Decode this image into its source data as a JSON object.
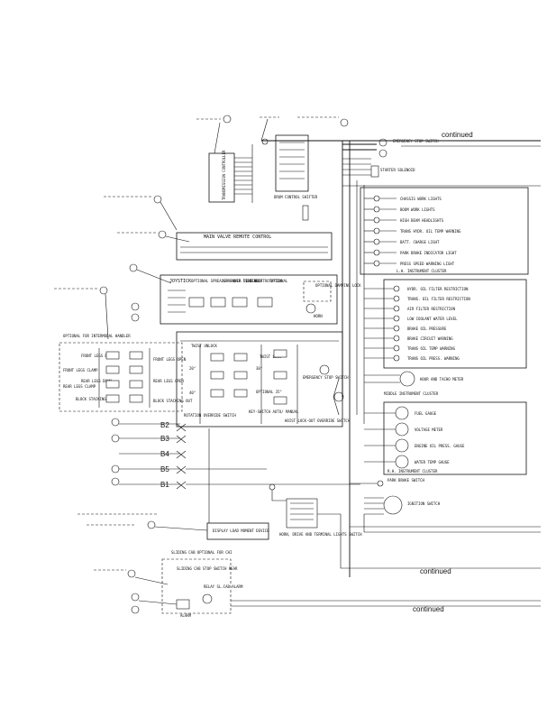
{
  "continued_labels": [
    "continued",
    "continued",
    "continued"
  ],
  "components": {
    "transmission_controller": "TRANSMISSION CONTROLLER",
    "drum_control_shifter": "DRUM CONTROL SHIFTER",
    "emergency_stop_switch": "EMERGENCY STOP SWITCH",
    "starter_solenoid": "STARTER SOLENOID",
    "main_valve_remote_control": "MAIN VALVE REMOTE CONTROL",
    "joystick": "JOYSTICK",
    "optional_spreader_power_tilting": "OPTIONAL SPREADER POWER TILTING",
    "spreader_side_shift": "SPREADER SIDE SHIFT",
    "spreader_rotation": "SPREADER ROTATION",
    "optional": "OPTIONAL",
    "optional_damping_lock": "OPTIONAL DAMPING LOCK",
    "horn": "HORN",
    "optional_intermodal_handler": "OPTIONAL FOR INTERMODAL HANDLER",
    "front_legs_down": "FRONT LEGS DOWN",
    "front_legs_open": "FRONT LEGS OPEN",
    "front_legs_clamp": "FRONT LEGS CLAMP",
    "rear_legs_clamp": "REAR LEGS CLAMP",
    "rear_legs_down": "REAR LEGS DOWN",
    "rear_legs_open": "REAR LEGS OPEN",
    "block_stacking_in": "BLOCK STACKING IN",
    "block_stacking_out": "BLOCK STACKING OUT",
    "twist_unlock": "TWIST UNLOCK",
    "twist_lock": "TWIST LOCK",
    "emergency_stop_switch_2": "EMERGENCY STOP SWITCH",
    "rotation_override_switch": "ROTATION OVERRIDE SWITCH",
    "key_switch": "KEY-SWITCH AUTO/ MANUAL",
    "hoist_lock_out_override": "HOIST LOCK-OUT OVERRIDE SWITCH",
    "angle_20": "20°",
    "angle_30": "30°",
    "angle_40": "40°",
    "optional_35": "OPTIONAL 35°",
    "display_load_moment": "DISPLAY LOAD MOMENT DEVICE",
    "horn_drive_terminal": "HORN, DRIVE AND TERMINAL LIGHTS SWITCH",
    "sliding_cab_optional": "SLIDING CAB OPTIONAL FOR CHI",
    "sliding_cab_stop_switch": "SLIDING CAB STOP SWITCH REAR",
    "relay_slcab_alarm": "RELAY SL.CAB ALARM",
    "alarm": "ALARM",
    "park_brake_switch": "PARK BRAKE SWITCH",
    "ignition_switch": "IGNITION SWITCH"
  },
  "lh_cluster": {
    "items": [
      "CHASSIS WORK LIGHTS",
      "BOOM WORK LIGHTS",
      "HIGH BEAM HEADLIGHTS",
      "TRANS HYDR. OIL TEMP WARNING",
      "BATT. CHARGE LIGHT",
      "PARK BRAKE INDICATOR LIGHT",
      "PRESS SPEED WARNING LIGHT"
    ],
    "title": "L.H. INSTRUMENT CLUSTER"
  },
  "middle_cluster": {
    "items": [
      "HYDR. OIL FILTER RESTRICTION",
      "TRANS. OIL FILTER RESTRICTION",
      "AIR FILTER RESTRICTION",
      "LOW COOLANT WATER LEVEL",
      "BRAKE OIL PRESSURE",
      "BRAKE CIRCUIT WARNING",
      "TRANS OIL TEMP WARNING",
      "TRANS OIL PRESS. WARNING"
    ],
    "title": "MIDDLE INSTRUMENT CLUSTER",
    "meter": "HOUR AND TACHO METER"
  },
  "rh_cluster": {
    "gauges": [
      "FUEL GAUGE",
      "VOLTAGE METER",
      "ENGINE OIL PRESS. GAUGE",
      "WATER TEMP GAUGE"
    ],
    "title": "R.H. INSTRUMENT CLUSTER"
  },
  "buses": [
    "B2",
    "B3",
    "B4",
    "B5",
    "B1"
  ]
}
